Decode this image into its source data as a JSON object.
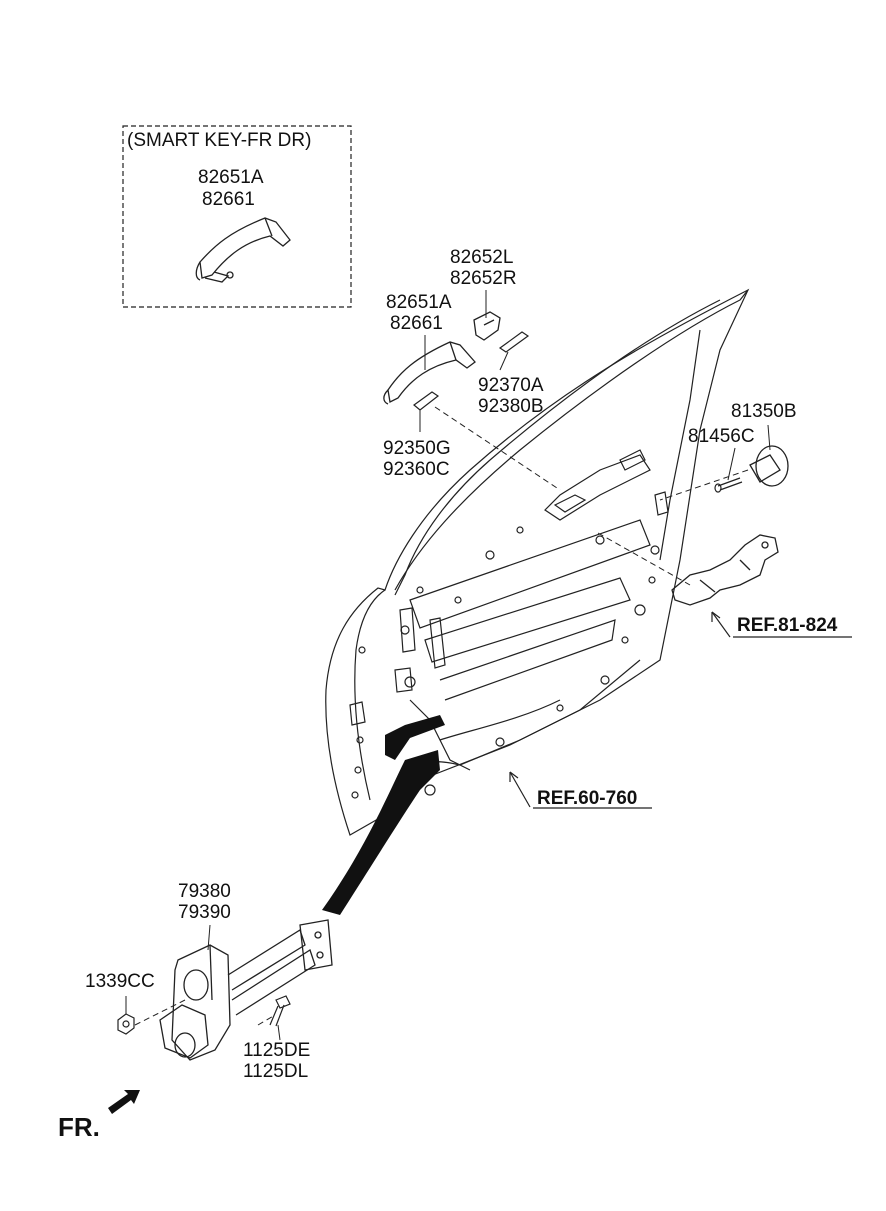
{
  "inset": {
    "title": "(SMART KEY-FR DR)",
    "part_a": "82651A",
    "part_b": "82661"
  },
  "parts": {
    "handle_a": "82651A",
    "handle_b": "82661",
    "cover_l": "82652L",
    "cover_r": "82652R",
    "pad_a": "92370A",
    "pad_b": "92380B",
    "gasket_g": "92350G",
    "gasket_c": "92360C",
    "striker": "81350B",
    "screw": "81456C",
    "checker_a": "79380",
    "checker_b": "79390",
    "nut": "1339CC",
    "bolt_de": "1125DE",
    "bolt_dl": "1125DL"
  },
  "refs": {
    "latch": "REF.81-824",
    "door": "REF.60-760"
  },
  "direction": {
    "label": "FR."
  }
}
